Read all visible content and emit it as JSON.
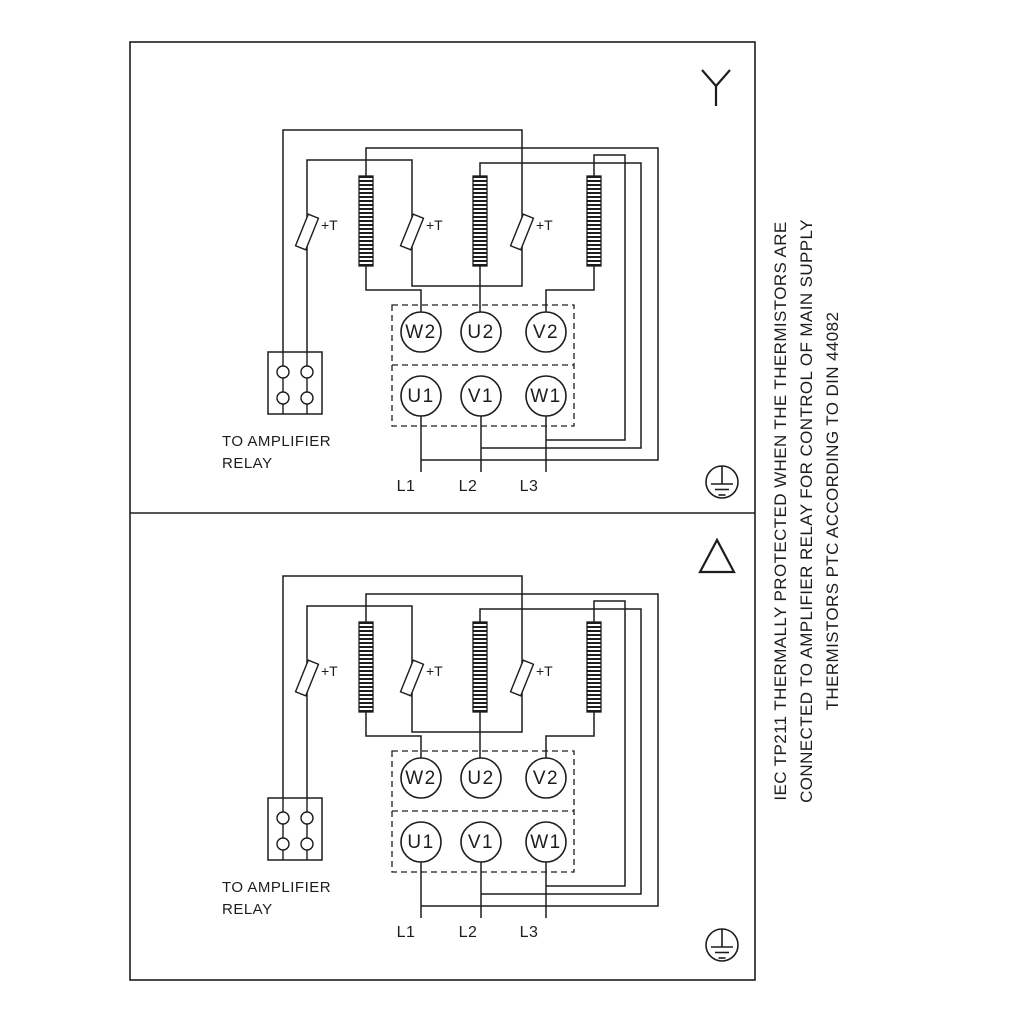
{
  "colors": {
    "background": "#ffffff",
    "line": "#1d1d1d"
  },
  "side_note": {
    "lines": [
      "IEC TP211 THERMALLY PROTECTED WHEN THE THERMISTORS ARE",
      "CONNECTED TO AMPLIFIER RELAY FOR CONTROL OF MAIN SUPPLY",
      "THERMISTORS PTC ACCORDING TO DIN 44082"
    ]
  },
  "panels": [
    {
      "name": "star-connection",
      "symbol_icon": "star-icon",
      "ground_icon": "protective-earth-icon",
      "thermistor_label": "+T",
      "relay_note": [
        "TO AMPLIFIER",
        "RELAY"
      ],
      "terminals_top": [
        "W2",
        "U2",
        "V2"
      ],
      "terminals_bottom": [
        "U1",
        "V1",
        "W1"
      ],
      "supply": [
        "L1",
        "L2",
        "L3"
      ]
    },
    {
      "name": "delta-connection",
      "symbol_icon": "delta-icon",
      "ground_icon": "protective-earth-icon",
      "thermistor_label": "+T",
      "relay_note": [
        "TO AMPLIFIER",
        "RELAY"
      ],
      "terminals_top": [
        "W2",
        "U2",
        "V2"
      ],
      "terminals_bottom": [
        "U1",
        "V1",
        "W1"
      ],
      "supply": [
        "L1",
        "L2",
        "L3"
      ]
    }
  ]
}
